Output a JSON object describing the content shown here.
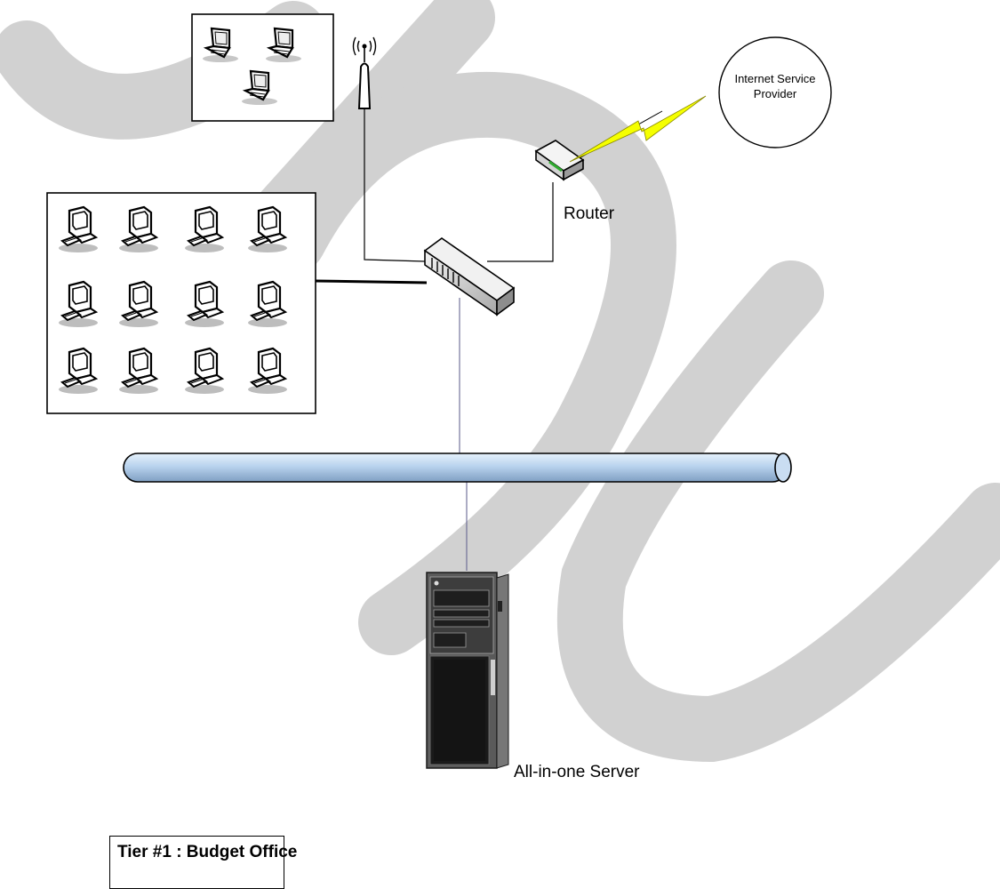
{
  "labels": {
    "isp": "Internet Service Provider",
    "router": "Router",
    "server": "All-in-one Server",
    "tier": "Tier #1 : Budget Office"
  },
  "colors": {
    "backbone": "#b9d3ee",
    "lightning": "#f5ff00",
    "watermark": "#cfcfcf"
  },
  "icons": {
    "laptop_count": 3,
    "desktop_count": 12
  }
}
